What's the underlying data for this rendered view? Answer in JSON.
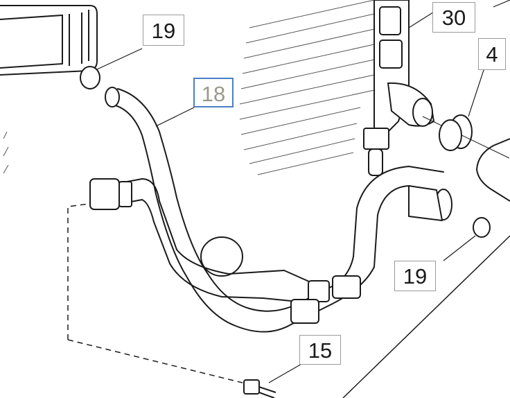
{
  "diagram": {
    "callouts": [
      {
        "id": "c19a",
        "label": "19"
      },
      {
        "id": "c18",
        "label": "18",
        "highlighted": true
      },
      {
        "id": "c30",
        "label": "30"
      },
      {
        "id": "c4",
        "label": "4"
      },
      {
        "id": "c19b",
        "label": "19"
      },
      {
        "id": "c15",
        "label": "15"
      }
    ],
    "colors": {
      "line": "#1a1a1a",
      "highlight_border": "#4a7fc4",
      "highlight_text": "#9a9a8c"
    }
  }
}
